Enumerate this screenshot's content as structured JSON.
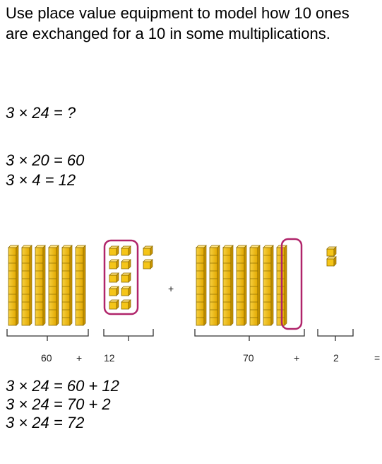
{
  "intro": "Use place value equipment to model how 10 ones are exchanged for a 10 in some multiplications.",
  "question": "3 × 24 = ?",
  "partials": [
    "3 × 20 = 60",
    "3 × 4 = 12"
  ],
  "diagram": {
    "left": {
      "tens_count": 6,
      "ones_grouped": 10,
      "ones_extra": 2,
      "label_a": "60",
      "plus": "+",
      "label_b": "12"
    },
    "middle_plus": "+",
    "right": {
      "tens_count": 7,
      "ones_count": 2,
      "label_a": "70",
      "plus": "+",
      "label_b": "2",
      "equals": "="
    },
    "colors": {
      "block_fill": "#f5c518",
      "block_edge": "#8a6a00",
      "ring": "#b0246a",
      "bracket": "#333333"
    }
  },
  "results": [
    "3 × 24 = 60 + 12",
    "3 × 24 = 70 + 2",
    "3 × 24 = 72"
  ]
}
